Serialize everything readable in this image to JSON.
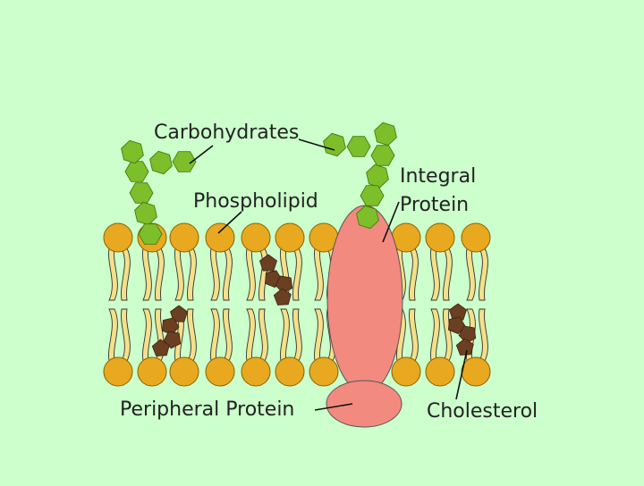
{
  "diagram": {
    "labels": {
      "carbohydrates": "Carbohydrates",
      "phospholipid": "Phospholipid",
      "integral_line1": "Integral",
      "integral_line2": "Protein",
      "peripheral": "Peripheral Protein",
      "cholesterol": "Cholesterol"
    },
    "colors": {
      "background": "#ccffcc",
      "phospholipid_head": "#e8a820",
      "lipid_tail": "#f5e08a",
      "integral_protein": "#f28a80",
      "carbohydrate": "#7cbf2a",
      "cholesterol": "#6b3f22"
    }
  }
}
